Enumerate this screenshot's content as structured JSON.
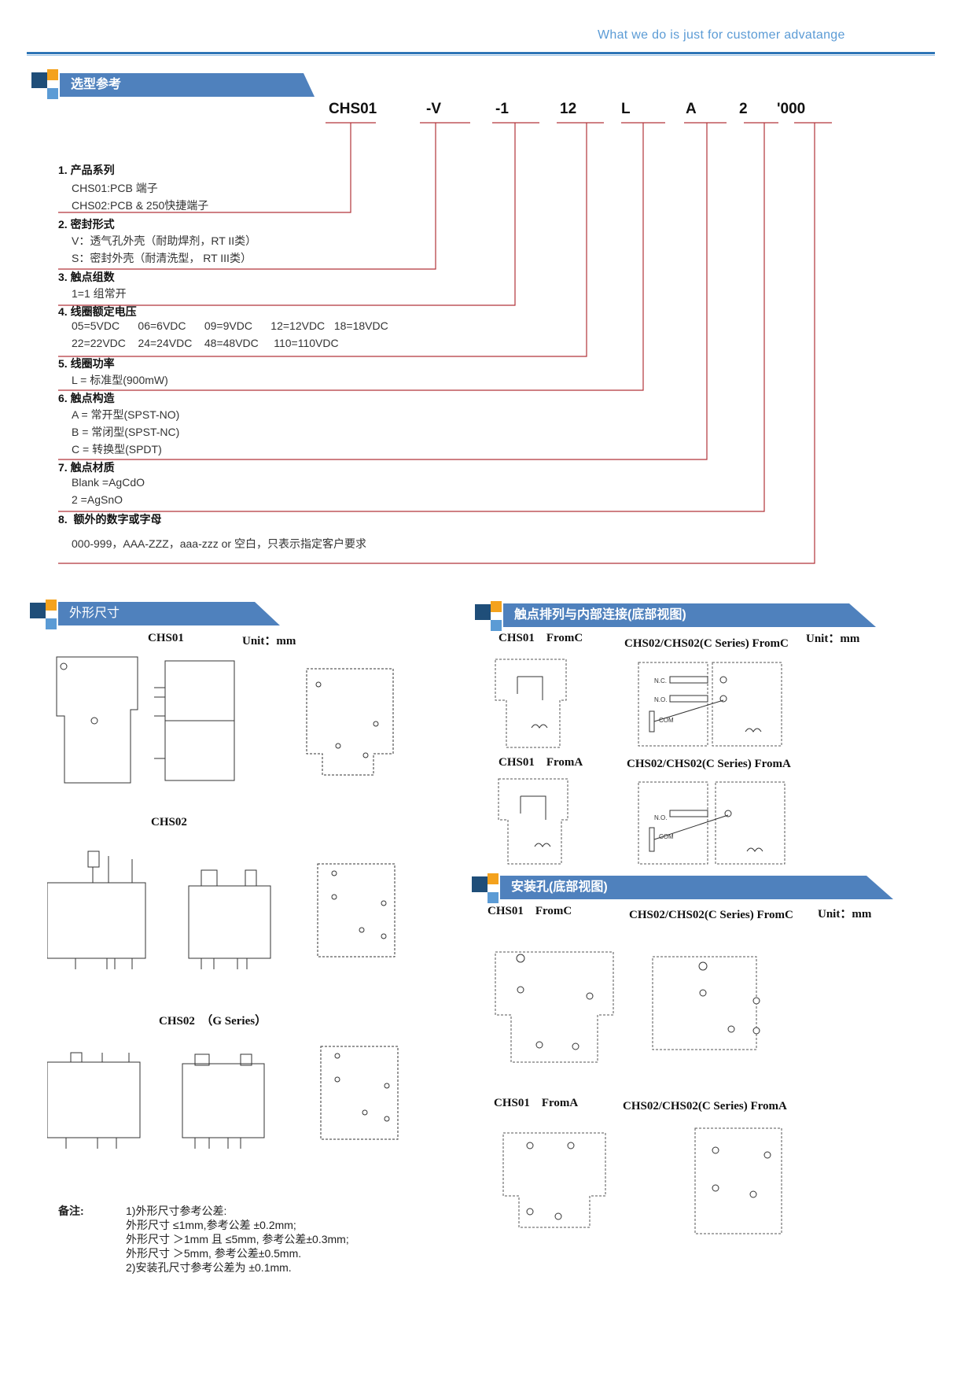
{
  "header": {
    "tagline": "What we do is just for customer advatange"
  },
  "banners": {
    "selection": "选型参考",
    "dimensions": "外形尺寸",
    "wiring": "触点排列与内部连接(底部视图)",
    "mounting": "安装孔(底部视图)"
  },
  "code_parts": [
    "CHS01",
    "-V",
    "-1",
    "12",
    "L",
    "A",
    "2",
    "'000"
  ],
  "sections": [
    {
      "title": "1. 产品系列",
      "options": [
        "CHS01:PCB 端子",
        "CHS02:PCB & 250快捷端子"
      ]
    },
    {
      "title": "2. 密封形式",
      "options": [
        "V：透气孔外壳（耐助焊剂，RT II类）",
        "S：密封外壳（耐清洗型， RT III类）"
      ]
    },
    {
      "title": "3. 触点组数",
      "options": [
        "1=1 组常开"
      ]
    },
    {
      "title": "4. 线圈额定电压",
      "options": [
        "05=5VDC      06=6VDC      09=9VDC      12=12VDC   18=18VDC",
        "22=22VDC    24=24VDC    48=48VDC     110=110VDC"
      ]
    },
    {
      "title": "5. 线圈功率",
      "options": [
        "L = 标准型(900mW)"
      ]
    },
    {
      "title": "6. 触点构造",
      "options": [
        "A = 常开型(SPST-NO)",
        "B = 常闭型(SPST-NC)",
        "C = 转换型(SPDT)"
      ]
    },
    {
      "title": "7. 触点材质",
      "options": [
        "Blank =AgCdO",
        "2 =AgSnO"
      ]
    },
    {
      "title": "8.  额外的数字或字母",
      "options": [
        "000-999，AAA-ZZZ，aaa-zzz or 空白，只表示指定客户要求"
      ]
    }
  ],
  "dimensions": {
    "chs01_label": "CHS01",
    "unit": "Unit：mm",
    "chs02_label": "CHS02",
    "chs02g_label": "CHS02  （G Series）"
  },
  "wiring": {
    "chs01_fromc": "CHS01    FromC",
    "chs02_fromc": "CHS02/CHS02(C Series)  FromC",
    "unit": "Unit：mm",
    "chs01_froma": "CHS01    FromA",
    "chs02_froma": "CHS02/CHS02(C Series)  FromA"
  },
  "mounting": {
    "chs01_fromc": "CHS01    FromC",
    "chs02_fromc": "CHS02/CHS02(C Series)  FromC",
    "unit": "Unit：mm",
    "chs01_froma": "CHS01    FromA",
    "chs02_froma": "CHS02/CHS02(C Series)  FromA"
  },
  "notes": {
    "label": "备注:",
    "lines": [
      "1)外形尺寸参考公差:",
      "外形尺寸 ≤1mm,参考公差 ±0.2mm;",
      "外形尺寸 ＞1mm 且 ≤5mm, 参考公差±0.3mm;",
      "外形尺寸 ＞5mm, 参考公差±0.5mm.",
      "2)安装孔尺寸参考公差为 ±0.1mm."
    ]
  },
  "colors": {
    "accent": "#4f81bd",
    "dark": "#1f4e79",
    "orange": "#f4a21d",
    "leader": "#b2343a"
  }
}
